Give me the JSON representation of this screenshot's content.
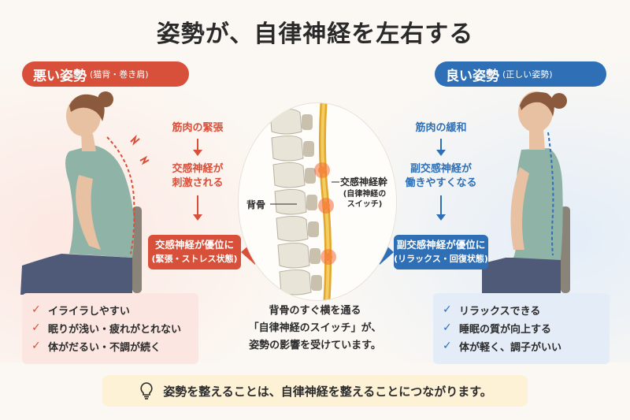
{
  "title": "姿勢が、自律神経を左右する",
  "bad": {
    "heading": "悪い姿勢",
    "heading_sub": "(猫背・巻き肩)",
    "flow": [
      "筋肉の緊張",
      "交感神経が",
      "刺激される"
    ],
    "state_line1": "交感神経が優位に",
    "state_line2": "(緊張・ストレス状態)",
    "items": [
      "イライラしやすい",
      "眠りが浅い・疲れがとれない",
      "体がだるい・不調が続く"
    ]
  },
  "good": {
    "heading": "良い姿勢",
    "heading_sub": "(正しい姿勢)",
    "flow": [
      "筋肉の緩和",
      "副交感神経が",
      "働きやすくなる"
    ],
    "state_line1": "副交感神経が優位に",
    "state_line2": "(リラックス・回復状態)",
    "items": [
      "リラックスできる",
      "睡眠の質が向上する",
      "体が軽く、調子がいい"
    ]
  },
  "center": {
    "spine_label": "背骨",
    "trunk_label": "交感神経幹",
    "trunk_sub1": "(自律神経の",
    "trunk_sub2": "スイッチ)",
    "text1": "背骨のすぐ横を通る",
    "text2": "「自律神経のスイッチ」が、",
    "text3": "姿勢の影響を受けています。"
  },
  "footer": "姿勢を整えることは、自律神経を整えることにつながります。",
  "colors": {
    "bad": "#d9503a",
    "good": "#2f6fb6"
  },
  "icons": [
    "check-icon",
    "lightbulb-icon",
    "arrow-down-icon",
    "arrow-left-icon",
    "arrow-right-icon"
  ]
}
